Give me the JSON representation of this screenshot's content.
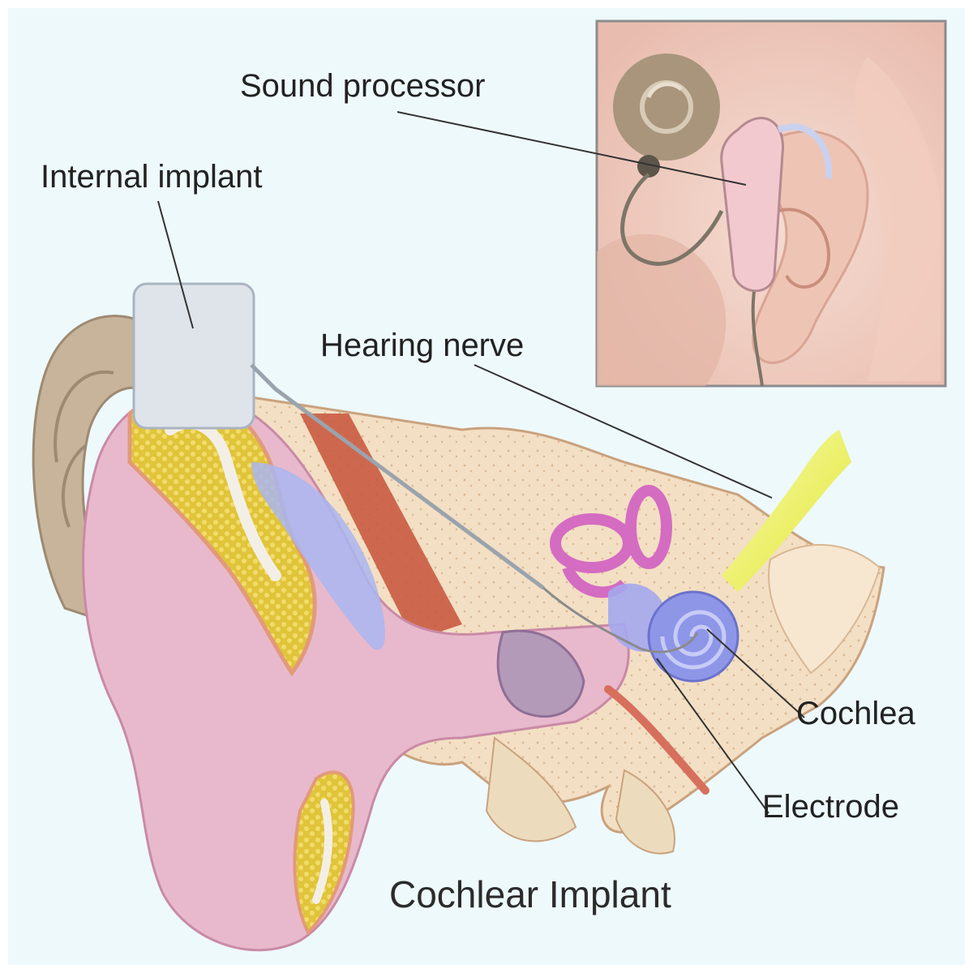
{
  "title": "Cochlear Implant",
  "labels": {
    "sound_processor": "Sound processor",
    "internal_implant": "Internal implant",
    "hearing_nerve": "Hearing nerve",
    "cochlea": "Cochlea",
    "electrode": "Electrode"
  },
  "colors": {
    "background": "#eef9fc",
    "skin": "#e8b9cc",
    "bone": "#f3dfc4",
    "fat": "#e0c43a",
    "nerve": "#e8ec3c",
    "semicircular_canals": "#d46cc2",
    "cochlea": "#8e96e8",
    "muscle": "#c6543a",
    "implant": "#dfe4ea",
    "processor": "#a8957c"
  }
}
